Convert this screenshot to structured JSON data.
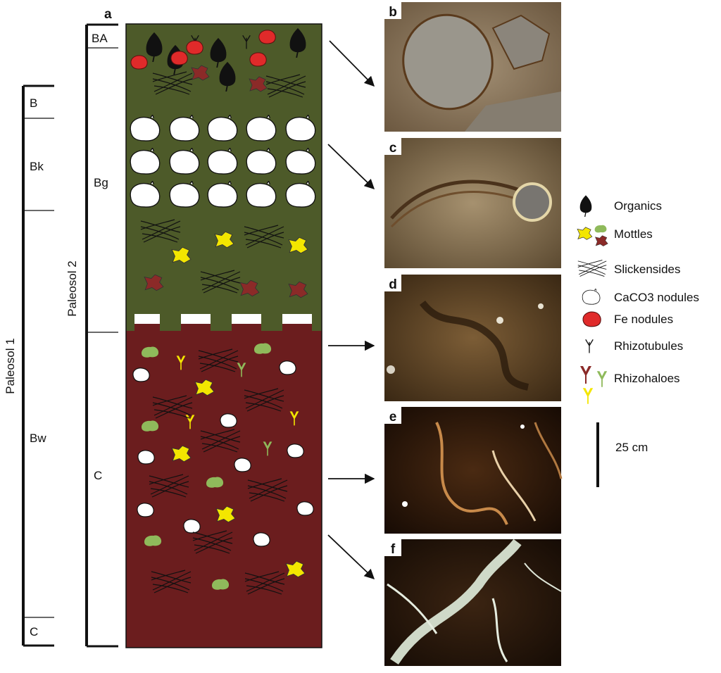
{
  "figure": {
    "main_panel_letter": "a",
    "photo_panels": [
      {
        "letter": "b"
      },
      {
        "letter": "c"
      },
      {
        "letter": "d"
      },
      {
        "letter": "e"
      },
      {
        "letter": "f"
      }
    ]
  },
  "paleosol1": {
    "label": "Paleosol 1",
    "horizons": [
      "B",
      "Bk",
      "Bw",
      "C"
    ]
  },
  "paleosol2": {
    "label": "Paleosol 2",
    "horizons": [
      "BA",
      "Bg",
      "C"
    ]
  },
  "legend": {
    "items": [
      {
        "label": "Organics",
        "icon": "leaf-icon"
      },
      {
        "label": "Mottles",
        "icon": "mottle-icon"
      },
      {
        "label": "Slickensides",
        "icon": "slickenside-icon"
      },
      {
        "label": "CaCO3 nodules",
        "icon": "nodule-icon"
      },
      {
        "label": "Fe nodules",
        "icon": "fe-nodule-icon"
      },
      {
        "label": "Rhizotubules",
        "icon": "rhizotubule-icon"
      },
      {
        "label": "Rhizohaloes",
        "icon": "rhizohalo-icon"
      }
    ],
    "scale_label": "25 cm"
  },
  "colors": {
    "upper_soil": "#4d5a29",
    "lower_soil": "#6b1d1e",
    "mottle_yellow": "#f3e600",
    "mottle_green": "#8fba5b",
    "mottle_red": "#8b2a28",
    "fe_nodule": "#e02a2a"
  }
}
